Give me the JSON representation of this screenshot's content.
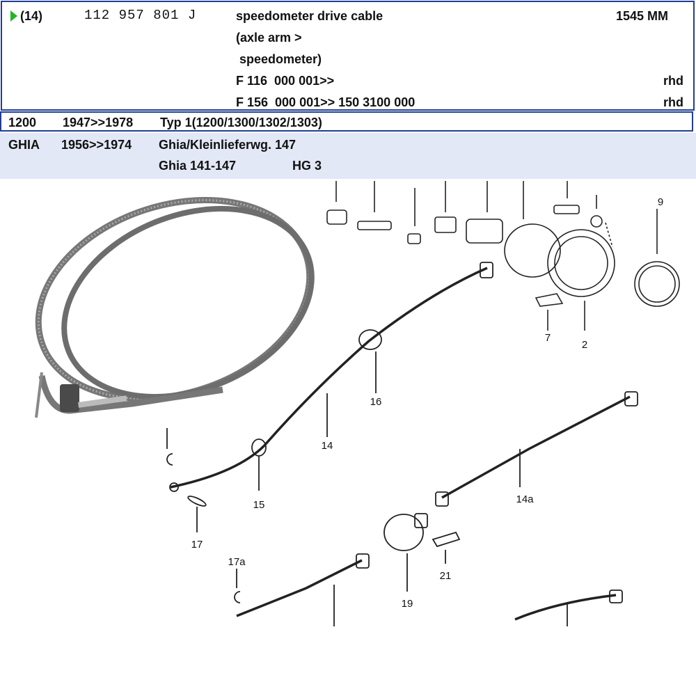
{
  "part": {
    "position": "(14)",
    "part_number": "112 957 801 J",
    "description_lines": [
      "speedometer drive cable",
      "(axle arm >",
      " speedometer)"
    ],
    "quantity": "1545 MM",
    "chassis_lines": [
      {
        "range": "F 116  000 001>>",
        "side": "rhd"
      },
      {
        "range": "F 156  000 001>> 150 3100 000",
        "side": "rhd"
      }
    ]
  },
  "vehicles": [
    {
      "code": "1200",
      "years": "1947>>1978",
      "model": "Typ 1(1200/1300/1302/1303)"
    },
    {
      "code": "GHIA",
      "years": "1956>>1974",
      "model": "Ghia/Kleinlieferwg. 147",
      "model2": "Ghia 141-147",
      "group": "HG 3"
    }
  ],
  "diagram_labels": {
    "l9": "9",
    "l7": "7",
    "l2": "2",
    "l16": "16",
    "l14": "14",
    "l15": "15",
    "l17": "17",
    "l14a": "14a",
    "l21": "21",
    "l19": "19",
    "l17a": "17a"
  },
  "colors": {
    "border": "#1f3f94",
    "arrow": "#23b523",
    "row_highlight": "#e2e8f5"
  }
}
